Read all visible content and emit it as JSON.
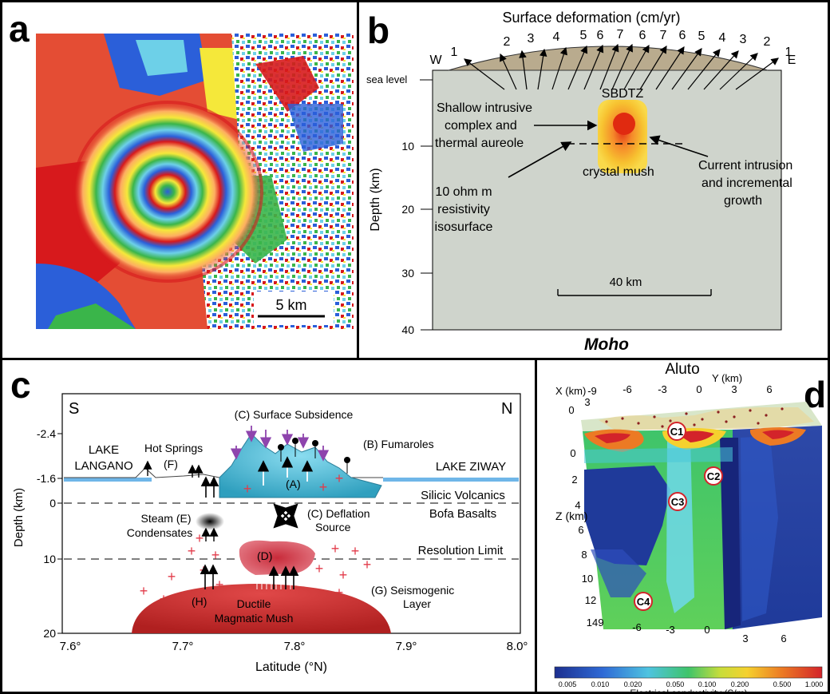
{
  "panels": {
    "a": {
      "letter": "a",
      "scale_label": "5 km",
      "colors": [
        "#d7191c",
        "#fdae61",
        "#f5e83a",
        "#3ab54a",
        "#6dd0e8",
        "#2b5fd9",
        "#1a237e"
      ]
    },
    "b": {
      "letter": "b",
      "title": "Surface deformation (cm/yr)",
      "deformation_values": [
        "1",
        "2",
        "3",
        "4",
        "5",
        "6",
        "7",
        "6",
        "7",
        "6",
        "5",
        "4",
        "3",
        "2",
        "1"
      ],
      "west": "W",
      "east": "E",
      "sea_level": "sea level",
      "ylabel": "Depth (km)",
      "yticks": [
        "10",
        "20",
        "30",
        "40"
      ],
      "sbdtz": "SBDTZ",
      "shallow_label": [
        "Shallow intrusive",
        "complex and",
        "thermal aureole"
      ],
      "mush_label": "crystal mush",
      "current_label": [
        "Current intrusion",
        "and incremental",
        "growth"
      ],
      "resistivity_label": [
        "10 ohm m",
        "resistivity",
        "isosurface"
      ],
      "scale_label": "40 km",
      "moho": "Moho",
      "colors": {
        "crust": "#cfd4cc",
        "dome": "#b9ab8e"
      }
    },
    "c": {
      "letter": "c",
      "south": "S",
      "north": "N",
      "ylabel": "Depth (km)",
      "yticks": [
        "-2.4",
        "-1.6",
        "0",
        "10",
        "20"
      ],
      "xlabel": "Latitude (°N)",
      "xticks": [
        "7.6°",
        "7.7°",
        "7.8°",
        "7.9°",
        "8.0°"
      ],
      "lake_langano": [
        "LAKE",
        "LANGANO"
      ],
      "lake_ziway": "LAKE ZIWAY",
      "hot_springs": [
        "Hot Springs",
        "(F)"
      ],
      "subsidence": "(C) Surface Subsidence",
      "fumaroles": "(B) Fumaroles",
      "label_a": "(A)",
      "silicic": "Silicic Volcanics",
      "bofa": "Bofa Basalts",
      "steam": [
        "Steam (E)",
        "Condensates"
      ],
      "deflation": [
        "(C) Deflation",
        "Source"
      ],
      "resolution": "Resolution Limit",
      "label_d": "(D)",
      "label_h": "(H)",
      "mush": [
        "Ductile",
        "Magmatic Mush"
      ],
      "seismogenic": [
        "(G) Seismogenic",
        "Layer"
      ]
    },
    "d": {
      "letter": "d",
      "title": "Aluto",
      "x_axis_label": "X (km)",
      "y_axis_label": "Y (km)",
      "z_axis_label": "Z (km)",
      "y_ticks": [
        "-9",
        "-6",
        "-3",
        "0",
        "3",
        "6"
      ],
      "x_ticks_top": [
        "3",
        "0"
      ],
      "z_ticks": [
        "0",
        "2",
        "4",
        "6",
        "8",
        "10",
        "12",
        "14"
      ],
      "bottom_ticks": [
        "9",
        "-6",
        "-3",
        "0",
        "3",
        "6"
      ],
      "markers": [
        "C1",
        "C2",
        "C3",
        "C4"
      ],
      "colorbar_ticks": [
        "0.005",
        "0.010",
        "0.020",
        "0.050",
        "0.100",
        "0.200",
        "0.500",
        "1.000"
      ],
      "colorbar_label": "Electrical conductivity (S/m)"
    }
  }
}
